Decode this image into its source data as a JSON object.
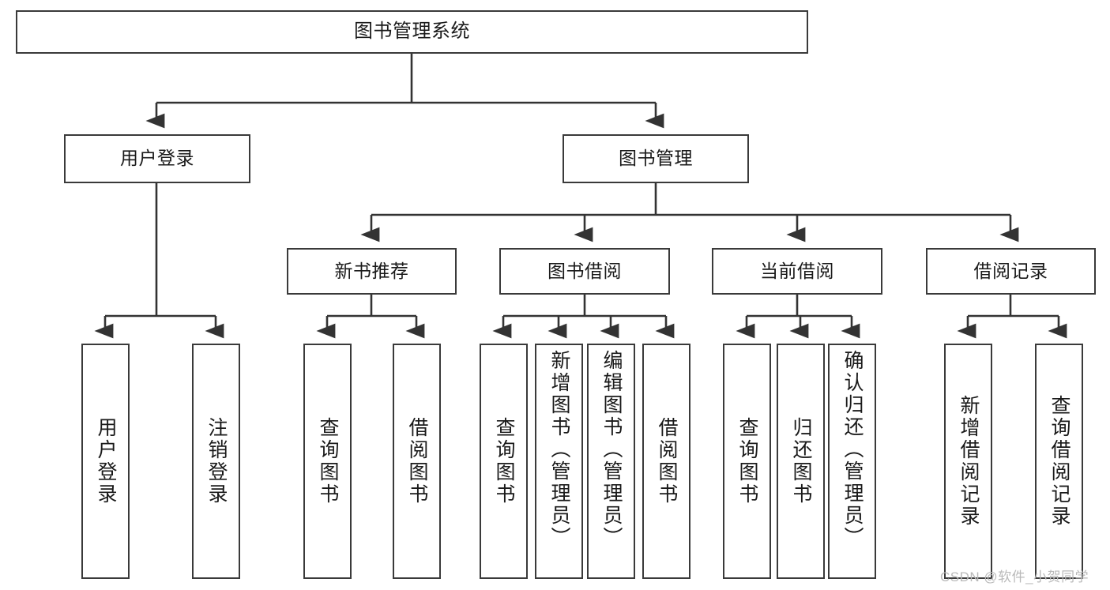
{
  "diagram": {
    "type": "tree-hierarchy-chart",
    "title": "图书管理系统",
    "nodes": {
      "root": {
        "label": "图书管理系统"
      },
      "level2": [
        {
          "id": "user-login",
          "label": "用户登录"
        },
        {
          "id": "book-management",
          "label": "图书管理"
        }
      ],
      "level3": [
        {
          "id": "new-book-recommend",
          "label": "新书推荐"
        },
        {
          "id": "book-borrow",
          "label": "图书借阅"
        },
        {
          "id": "current-borrow",
          "label": "当前借阅"
        },
        {
          "id": "borrow-record",
          "label": "借阅记录"
        }
      ],
      "leaves": {
        "user_login": [
          {
            "id": "leaf-user-login",
            "label": "用户登录"
          },
          {
            "id": "leaf-logout",
            "label": "注销登录"
          }
        ],
        "new_book_recommend": [
          {
            "id": "leaf-query-book-1",
            "label": "查询图书"
          },
          {
            "id": "leaf-borrow-book-1",
            "label": "借阅图书"
          }
        ],
        "book_borrow": [
          {
            "id": "leaf-query-book-2",
            "label": "查询图书"
          },
          {
            "id": "leaf-add-book",
            "label": "新增图书（管理员）"
          },
          {
            "id": "leaf-edit-book",
            "label": "编辑图书（管理员）"
          },
          {
            "id": "leaf-borrow-book-2",
            "label": "借阅图书"
          }
        ],
        "current_borrow": [
          {
            "id": "leaf-query-book-3",
            "label": "查询图书"
          },
          {
            "id": "leaf-return-book",
            "label": "归还图书"
          },
          {
            "id": "leaf-confirm-return",
            "label": "确认归还（管理员）"
          }
        ],
        "borrow_record": [
          {
            "id": "leaf-add-record",
            "label": "新增借阅记录"
          },
          {
            "id": "leaf-query-record",
            "label": "查询借阅记录"
          }
        ]
      }
    },
    "colors": {
      "node_border": "#3a3a3a",
      "node_fill": "#ffffff",
      "edge": "#333333",
      "text": "#1a1a1a",
      "watermark": "#b9b9b9",
      "background": "#ffffff"
    }
  },
  "watermark": {
    "text": "CSDN @软件_小贺同学"
  }
}
